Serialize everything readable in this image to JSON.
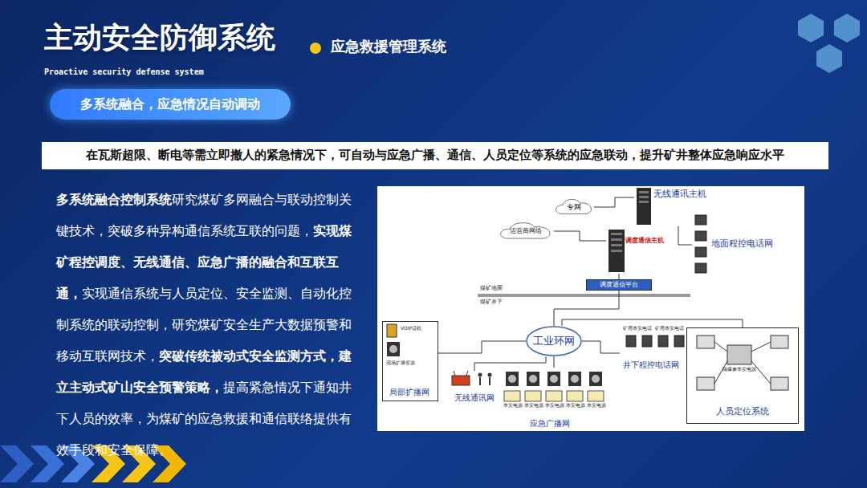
{
  "diagram": {
    "title": "主动安全防御系统",
    "nodes": [
      {
        "text": [
          "多系统融合，应急情况自动调动"
        ]
      },
      {
        "text": [
          "在瓦斯超限、断电等需立即撤人的紧急情况下，可自动与应急广播、通信、人员定位等系统的应急联动，提升矿井整体应急响应水平"
        ]
      },
      {
        "text": [
          "专网"
        ]
      },
      {
        "text": [
          "运营商网络"
        ]
      },
      {
        "text": [
          "无线通讯主机"
        ]
      },
      {
        "text": [
          "调度通信主机"
        ]
      },
      {
        "text": [
          "调度通信平台"
        ]
      },
      {
        "text": [
          "地面程控电话网"
        ]
      },
      {
        "text": [
          "工业环网"
        ]
      },
      {
        "text": [
          "VOIP话机",
          "现场扩播资源",
          "局部扩播网"
        ]
      },
      {
        "text": [
          "无线通讯网"
        ]
      },
      {
        "text": [
          "应急广播网"
        ]
      },
      {
        "text": [
          "井下程控电话网"
        ]
      },
      {
        "text": [
          "人员定位系统"
        ]
      }
    ],
    "edges": [
      {
        "from": 3,
        "to": 5,
        "arrow": "none"
      },
      {
        "from": 2,
        "to": 4,
        "arrow": "none"
      },
      {
        "from": 5,
        "to": 6,
        "arrow": "none"
      },
      {
        "from": 4,
        "to": 7,
        "arrow": "none"
      },
      {
        "from": 6,
        "to": 8,
        "arrow": "none"
      },
      {
        "from": 8,
        "to": 9,
        "arrow": "none"
      },
      {
        "from": 8,
        "to": 10,
        "arrow": "none"
      },
      {
        "from": 8,
        "to": 11,
        "arrow": "none"
      },
      {
        "from": 8,
        "to": 12,
        "arrow": "none"
      },
      {
        "from": 8,
        "to": 13,
        "arrow": "none"
      }
    ],
    "labels": [
      "应急救援管理系统",
      "Proactive security defense system",
      "多系统融合控制系统",
      "研究煤矿多网融合与联动控制关键技术，突破多种异构通信系统互联的问题，",
      "实现煤矿程控调度、无线通信、应急广播的融合和互联互通，",
      "实现通信系统与人员定位、安全监测、自动化控制系统的联动控制，研究煤矿安全生产大数据预警和移动互联网技术，",
      "突破传统被动式安全监测方式，建立主动式矿山安全预警策略，",
      "提高紧急情况下通知井下人员的效率，为煤矿的应急救援和通信联络提供有效手段和安全保障。",
      "煤矿地面",
      "煤矿井下",
      "本安电源",
      "本安电源",
      "本安电源",
      "本安电源",
      "本安电源",
      "矿用本安电话",
      "矿用本安电话",
      "隔爆兼本安电源"
    ]
  }
}
